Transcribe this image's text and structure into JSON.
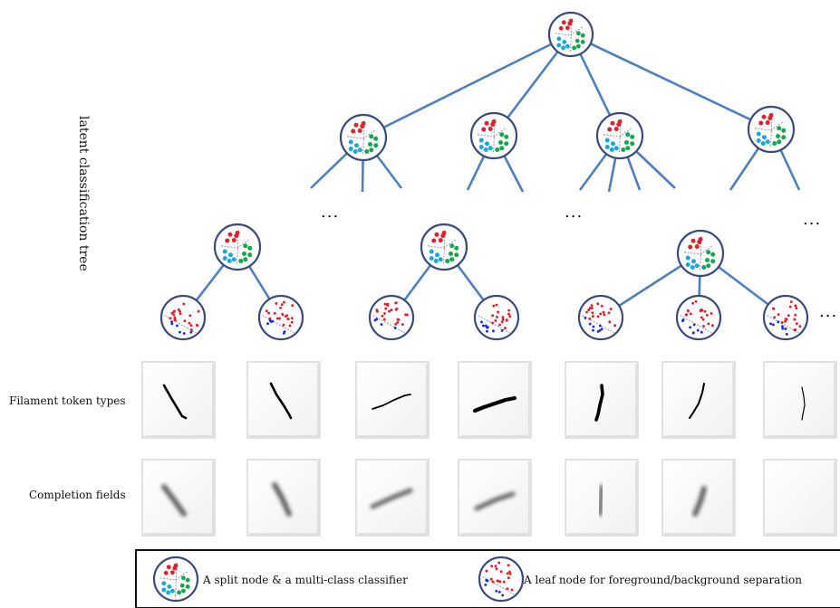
{
  "labels": {
    "vertical_title": "latent classification tree",
    "filament_row": "Filament token types",
    "completion_row": "Completion fields",
    "ellipsis": "…",
    "ellipsis_dots": "..."
  },
  "legend": {
    "split_node": "A split node & a multi-class classifier",
    "leaf_node": "A leaf node for foreground/background separation"
  },
  "colors": {
    "edge": "#4f7fbf",
    "node_border": "#3a4a7a",
    "red": "#e0202a",
    "cyan": "#1aa7e0",
    "green": "#12a84a",
    "blue": "#1a2fd6",
    "divider": "#8c8ca8"
  }
}
